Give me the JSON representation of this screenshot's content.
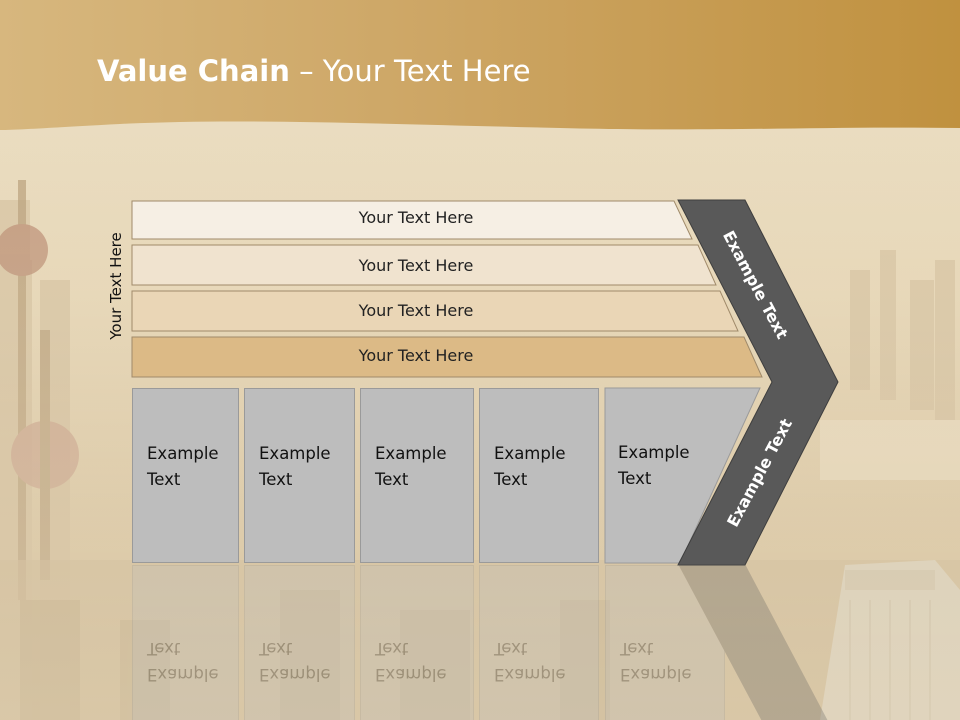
{
  "slide": {
    "title_bold": "Value Chain",
    "title_rest": " – Your Text Here",
    "vertical_label": "Your Text Here"
  },
  "bands": [
    {
      "label": "Your Text Here",
      "color": "#f6efe4"
    },
    {
      "label": "Your Text Here",
      "color": "#f0e3cf"
    },
    {
      "label": "Your Text Here",
      "color": "#ead6b6"
    },
    {
      "label": "Your Text Here",
      "color": "#dcba86"
    }
  ],
  "boxes": [
    {
      "text": "Example\nText"
    },
    {
      "text": "Example\nText"
    },
    {
      "text": "Example\nText"
    },
    {
      "text": "Example\nText"
    },
    {
      "text": "Example\nText"
    }
  ],
  "arrow": {
    "upper_text": "Example Text",
    "lower_text": "Example Text",
    "color": "#595959"
  },
  "colors": {
    "header_gold": "#c39a52",
    "box_gray": "#bdbdbd"
  }
}
